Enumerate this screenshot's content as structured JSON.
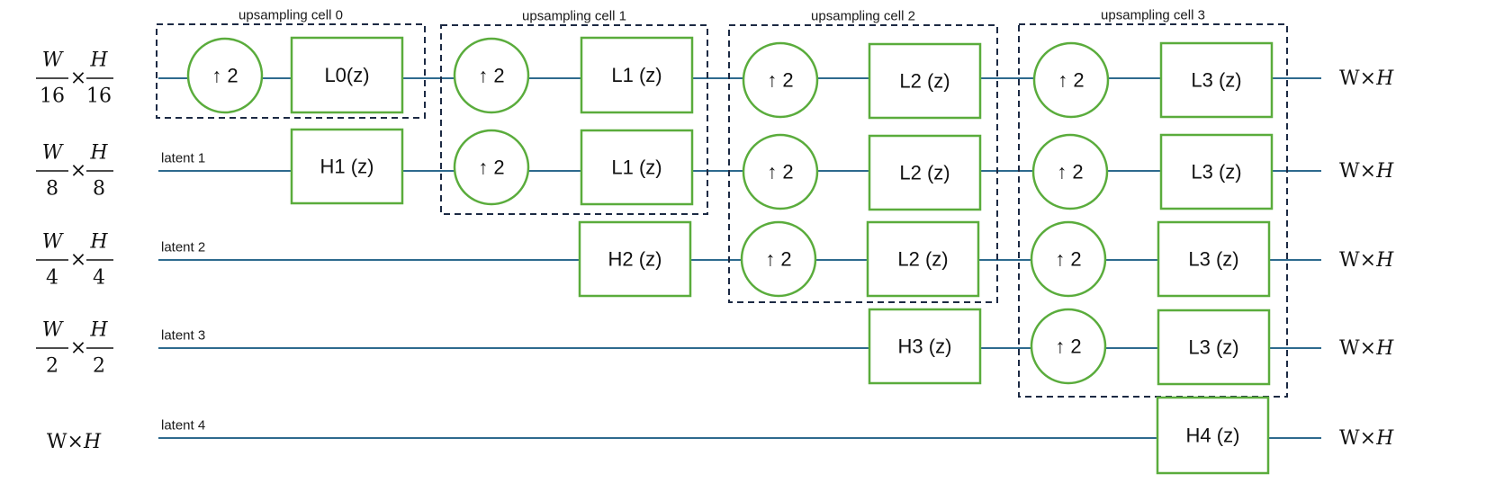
{
  "colors": {
    "line": "#2e6a8e",
    "node": "#5aac3c",
    "dash": "#1c2a44"
  },
  "cells": [
    "upsampling cell 0",
    "upsampling cell 1",
    "upsampling cell 2",
    "upsampling cell 3"
  ],
  "rows": [
    {
      "resolution": {
        "type": "frac",
        "num1": "W",
        "den1": "16",
        "num2": "H",
        "den2": "16"
      },
      "latent": "",
      "output": {
        "a": "W",
        "b": "H"
      }
    },
    {
      "resolution": {
        "type": "frac",
        "num1": "W",
        "den1": "8",
        "num2": "H",
        "den2": "8"
      },
      "latent": "latent 1",
      "output": {
        "a": "W",
        "b": "H"
      }
    },
    {
      "resolution": {
        "type": "frac",
        "num1": "W",
        "den1": "4",
        "num2": "H",
        "den2": "4"
      },
      "latent": "latent 2",
      "output": {
        "a": "W",
        "b": "H"
      }
    },
    {
      "resolution": {
        "type": "frac",
        "num1": "W",
        "den1": "2",
        "num2": "H",
        "den2": "2"
      },
      "latent": "latent 3",
      "output": {
        "a": "W",
        "b": "H"
      }
    },
    {
      "resolution": {
        "type": "plain",
        "a": "W",
        "b": "H"
      },
      "latent": "latent 4",
      "output": {
        "a": "W",
        "b": "H"
      }
    }
  ],
  "times_symbol": "×",
  "upsample_label": "↑ 2",
  "boxes": [
    "L0(z)",
    "H1 (z)",
    "L1 (z)",
    "L1 (z)",
    "H2 (z)",
    "L2 (z)",
    "L2 (z)",
    "L2 (z)",
    "H3 (z)",
    "L3 (z)",
    "L3 (z)",
    "L3 (z)",
    "L3 (z)",
    "H4 (z)"
  ]
}
